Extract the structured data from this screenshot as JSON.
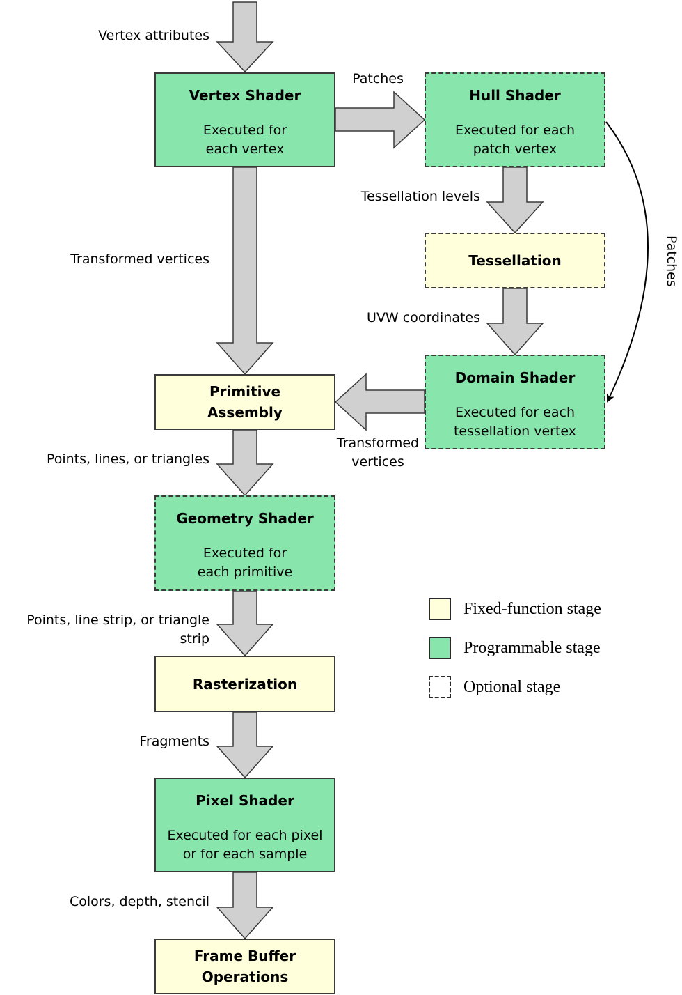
{
  "colors": {
    "programmable": "#88e6ac",
    "fixed_function": "#ffffdc",
    "arrow_fill": "#d0d0d0",
    "border": "#3a3a3a"
  },
  "stages": {
    "vertex_shader": {
      "title": "Vertex Shader",
      "desc": "Executed for\neach vertex"
    },
    "hull_shader": {
      "title": "Hull Shader",
      "desc": "Executed for each\npatch vertex"
    },
    "tessellation": {
      "title": "Tessellation"
    },
    "domain_shader": {
      "title": "Domain Shader",
      "desc": "Executed for each\ntessellation vertex"
    },
    "primitive_assembly": {
      "title": "Primitive\nAssembly"
    },
    "geometry_shader": {
      "title": "Geometry Shader",
      "desc": "Executed for\neach primitive"
    },
    "rasterization": {
      "title": "Rasterization"
    },
    "pixel_shader": {
      "title": "Pixel Shader",
      "desc": "Executed for each pixel\nor for each sample"
    },
    "frame_buffer": {
      "title": "Frame Buffer\nOperations"
    }
  },
  "edges": {
    "vertex_attributes": "Vertex attributes",
    "patches_top": "Patches",
    "tessellation_levels": "Tessellation levels",
    "patches_curve": "Patches",
    "uvw_coordinates": "UVW coordinates",
    "transformed_vertices_left": "Transformed vertices",
    "transformed_vertices_domain": "Transformed\nvertices",
    "points_lines_triangles": "Points, lines, or triangles",
    "points_strips": "Points, line strip, or triangle strip",
    "fragments": "Fragments",
    "colors_depth_stencil": "Colors, depth, stencil"
  },
  "legend": {
    "fixed": "Fixed-function stage",
    "programmable": "Programmable stage",
    "optional": "Optional stage"
  }
}
